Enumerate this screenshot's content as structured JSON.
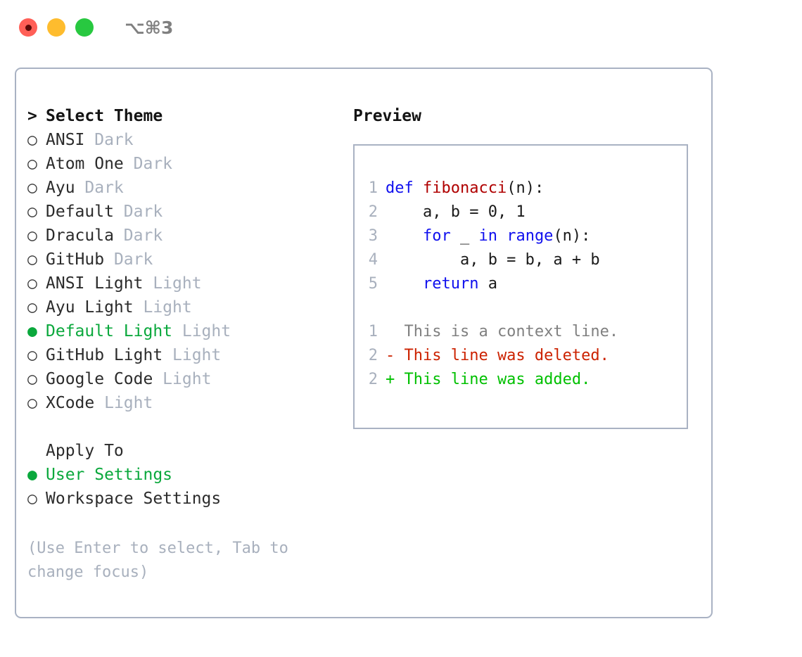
{
  "window": {
    "title": "⌥⌘3",
    "traffic_lights": [
      {
        "name": "close-button",
        "color": "#ff5f57"
      },
      {
        "name": "minimize-button",
        "color": "#febc2e"
      },
      {
        "name": "maximize-button",
        "color": "#28c840"
      }
    ]
  },
  "colors": {
    "selected_green": "#0aa83c",
    "panel_border": "#a9b2c3",
    "muted_text": "#a8b0bd",
    "keyword_blue": "#1010ee",
    "function_red": "#b00000",
    "diff_delete_red": "#cc2200",
    "diff_add_green": "#00c000"
  },
  "theme_picker": {
    "heading": "Select Theme",
    "heading_marker": ">",
    "radio_on": "●",
    "radio_off": "○",
    "items": [
      {
        "name": "ANSI",
        "tag": "Dark",
        "selected": false
      },
      {
        "name": "Atom One",
        "tag": "Dark",
        "selected": false
      },
      {
        "name": "Ayu",
        "tag": "Dark",
        "selected": false
      },
      {
        "name": "Default",
        "tag": "Dark",
        "selected": false
      },
      {
        "name": "Dracula",
        "tag": "Dark",
        "selected": false
      },
      {
        "name": "GitHub",
        "tag": "Dark",
        "selected": false
      },
      {
        "name": "ANSI Light",
        "tag": "Light",
        "selected": false
      },
      {
        "name": "Ayu Light",
        "tag": "Light",
        "selected": false
      },
      {
        "name": "Default Light",
        "tag": "Light",
        "selected": true
      },
      {
        "name": "GitHub Light",
        "tag": "Light",
        "selected": false
      },
      {
        "name": "Google Code",
        "tag": "Light",
        "selected": false
      },
      {
        "name": "XCode",
        "tag": "Light",
        "selected": false
      }
    ]
  },
  "apply_to": {
    "heading": "Apply To",
    "items": [
      {
        "name": "User Settings",
        "selected": true
      },
      {
        "name": "Workspace Settings",
        "selected": false
      }
    ]
  },
  "hint": {
    "line1": "(Use Enter to select, Tab to",
    "line2": "change focus)"
  },
  "preview": {
    "title": "Preview",
    "code_lines": [
      {
        "num": "1",
        "segments": [
          {
            "text": "def ",
            "style": "tok-kw"
          },
          {
            "text": "fibonacci",
            "style": "tok-fn"
          },
          {
            "text": "(n):",
            "style": "tok-plain"
          }
        ]
      },
      {
        "num": "2",
        "segments": [
          {
            "text": "    a, b = 0, 1",
            "style": "tok-plain"
          }
        ]
      },
      {
        "num": "3",
        "segments": [
          {
            "text": "    for ",
            "style": "tok-kw"
          },
          {
            "text": "_ ",
            "style": "tok-plain"
          },
          {
            "text": "in range",
            "style": "tok-kw"
          },
          {
            "text": "(n):",
            "style": "tok-plain"
          }
        ]
      },
      {
        "num": "4",
        "segments": [
          {
            "text": "        a, b = b, a + b",
            "style": "tok-plain"
          }
        ]
      },
      {
        "num": "5",
        "segments": [
          {
            "text": "    return ",
            "style": "tok-kw"
          },
          {
            "text": "a",
            "style": "tok-plain"
          }
        ]
      }
    ],
    "diff_lines": [
      {
        "num": "1",
        "segments": [
          {
            "text": "  This is a context line.",
            "style": "diff-ctx"
          }
        ]
      },
      {
        "num": "2",
        "segments": [
          {
            "text": "- This line was deleted.",
            "style": "diff-del"
          }
        ]
      },
      {
        "num": "2",
        "segments": [
          {
            "text": "+ This line was added.",
            "style": "diff-add"
          }
        ]
      }
    ]
  }
}
